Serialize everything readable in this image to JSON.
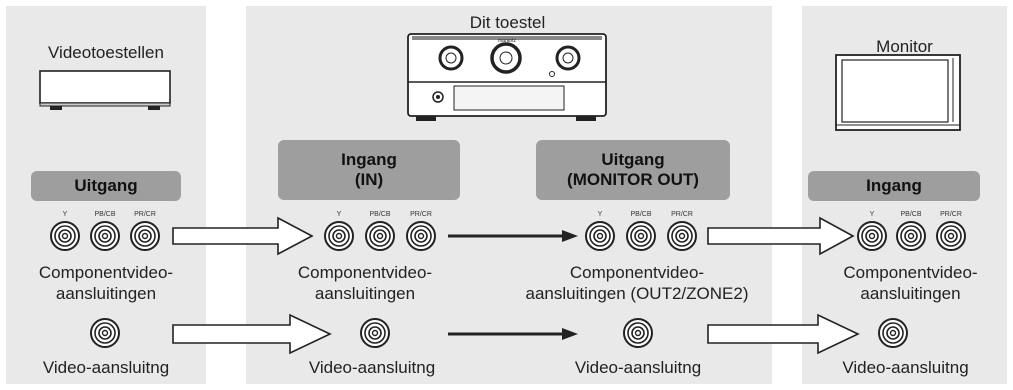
{
  "devices": {
    "source": "Videotoestellen",
    "receiver": "Dit toestel",
    "monitor": "Monitor"
  },
  "headers": {
    "source_output": "Uitgang",
    "receiver_input": "Ingang\n(IN)",
    "receiver_output": "Uitgang\n(MONITOR OUT)",
    "monitor_input": "Ingang"
  },
  "jack_tags": [
    "Y",
    "PB/CB",
    "PR/CR"
  ],
  "component_labels": {
    "source": "Componentvideo-\naansluitingen",
    "receiver_in": "Componentvideo-\naansluitingen",
    "receiver_out": "Componentvideo-\naansluitingen (OUT2/ZONE2)",
    "monitor": "Componentvideo-\naansluitingen"
  },
  "video_labels": {
    "source": "Video-aansluitng",
    "receiver_in": "Video-aansluitng",
    "receiver_out": "Video-aansluitng",
    "monitor": "Video-aansluitng"
  },
  "brand": "marantz",
  "colors": {
    "panel": "#e9e9e9",
    "header": "#9e9e9e",
    "line": "#222222"
  }
}
